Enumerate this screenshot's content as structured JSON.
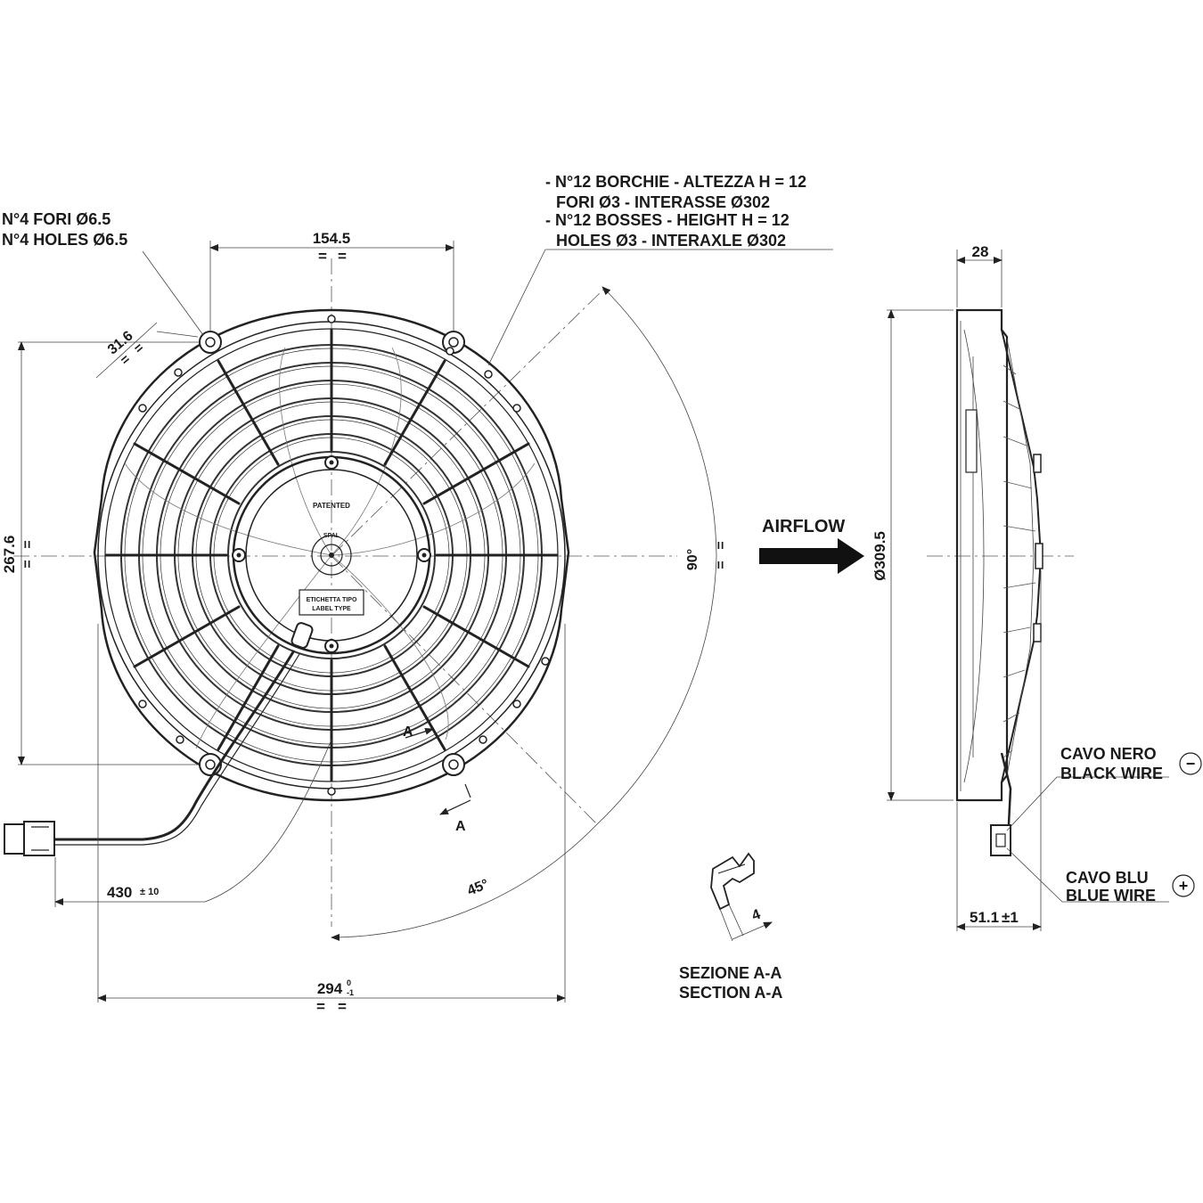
{
  "notes": {
    "holes_it": "N°4 FORI Ø6.5",
    "holes_en": "N°4 HOLES Ø6.5",
    "bosses_it_1": "- N°12 BORCHIE - ALTEZZA H = 12",
    "bosses_it_2": "FORI Ø3 - INTERASSE Ø302",
    "bosses_en_1": "- N°12 BOSSES - HEIGHT H = 12",
    "bosses_en_2": "HOLES Ø3 - INTERAXLE Ø302"
  },
  "dimensions": {
    "hole_spacing_top": "154.5",
    "hole_offset": "31.6",
    "hole_spacing_vertical": "267.6",
    "overall_width": "294",
    "overall_width_tol_upper": "0",
    "overall_width_tol_lower": "-1",
    "wire_length": "430",
    "wire_length_tol": "± 10",
    "angle_90": "90°",
    "angle_45": "45°",
    "depth_top": "28",
    "diameter": "Ø309.5",
    "depth_bottom": "51.1",
    "depth_bottom_tol": "±1",
    "section_thickness": "4"
  },
  "equal_mark": "=",
  "motor_labels": {
    "patented": "PATENTED",
    "label_it": "ETICHETTA TIPO",
    "label_en": "LABEL TYPE",
    "brand": "SPAL"
  },
  "section": {
    "marker": "A",
    "title_it": "SEZIONE A-A",
    "title_en": "SECTION A-A"
  },
  "airflow": "AIRFLOW",
  "wires": {
    "black_it": "CAVO NERO",
    "black_en": "BLACK WIRE",
    "black_symbol": "−",
    "blue_it": "CAVO BLU",
    "blue_en": "BLUE WIRE",
    "blue_symbol": "+"
  }
}
